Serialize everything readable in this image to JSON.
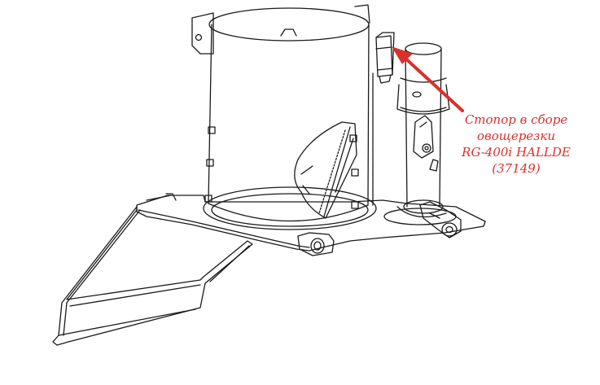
{
  "callout": {
    "lines": [
      "Стопор в сборе",
      "овощерезки",
      "RG-400i HALLDE",
      "(37149)"
    ],
    "color": "#d9302c"
  },
  "drawing": {
    "stroke_color": "#1a1a1a",
    "background": "#ffffff"
  }
}
